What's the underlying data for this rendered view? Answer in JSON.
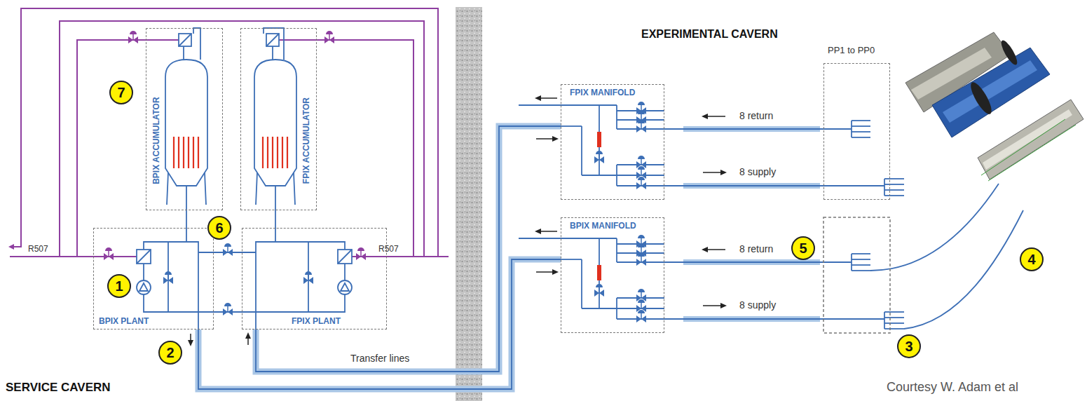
{
  "diagram": {
    "caption": "Courtesy W. Adam et al",
    "nodes": [
      {
        "text": [
          "BPIX ACCUMULATOR"
        ]
      },
      {
        "text": [
          "FPIX ACCUMULATOR"
        ]
      },
      {
        "text": [
          "BPIX PLANT"
        ]
      },
      {
        "text": [
          "FPIX PLANT"
        ]
      },
      {
        "text": [
          "FPIX MANIFOLD"
        ]
      },
      {
        "text": [
          "PP1 to PP0"
        ]
      },
      {
        "text": [
          "BPIX MANIFOLD"
        ]
      }
    ],
    "edges": [
      {
        "from": 0,
        "to": 2,
        "arrow": "none"
      },
      {
        "from": 1,
        "to": 3,
        "arrow": "none"
      },
      {
        "from": 2,
        "to": 6,
        "arrow": "none"
      },
      {
        "from": 3,
        "to": 4,
        "arrow": "none"
      }
    ],
    "labels": [
      "EXPERIMENTAL CAVERN",
      "SERVICE CAVERN",
      "R507",
      "R507",
      "Transfer lines",
      "8 return",
      "8 supply",
      "8 return",
      "8 supply",
      "1",
      "2",
      "3",
      "4",
      "5",
      "6",
      "7"
    ]
  }
}
